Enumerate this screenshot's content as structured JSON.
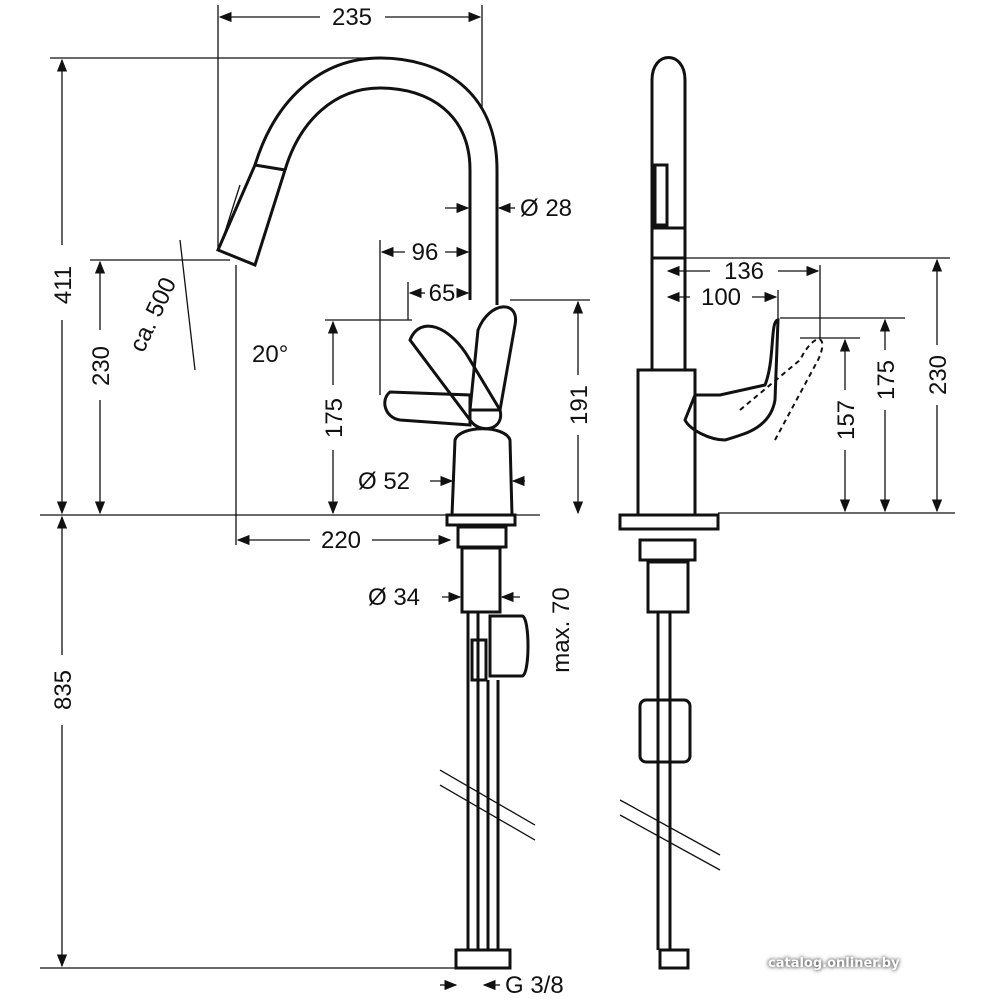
{
  "side_view": {
    "width_top": "235",
    "height_total": "411",
    "height_spout_outlet": "230",
    "hose_pullout": "ca. 500",
    "angle": "20°",
    "handle_reach": "96",
    "handle_offset": "65",
    "spout_diameter": "Ø 28",
    "handle_height": "175",
    "lever_height": "191",
    "body_diameter": "Ø 52",
    "spout_reach": "220",
    "shank_diameter": "Ø 34",
    "max_counter_thickness": "max. 70",
    "below_counter_length": "835",
    "connection_thread": "G 3/8"
  },
  "front_view": {
    "lever_reach_open": "136",
    "lever_reach": "100",
    "lever_height_low": "157",
    "lever_height": "175",
    "height_spout_outlet": "230"
  },
  "watermark": "catalog.onliner.by"
}
